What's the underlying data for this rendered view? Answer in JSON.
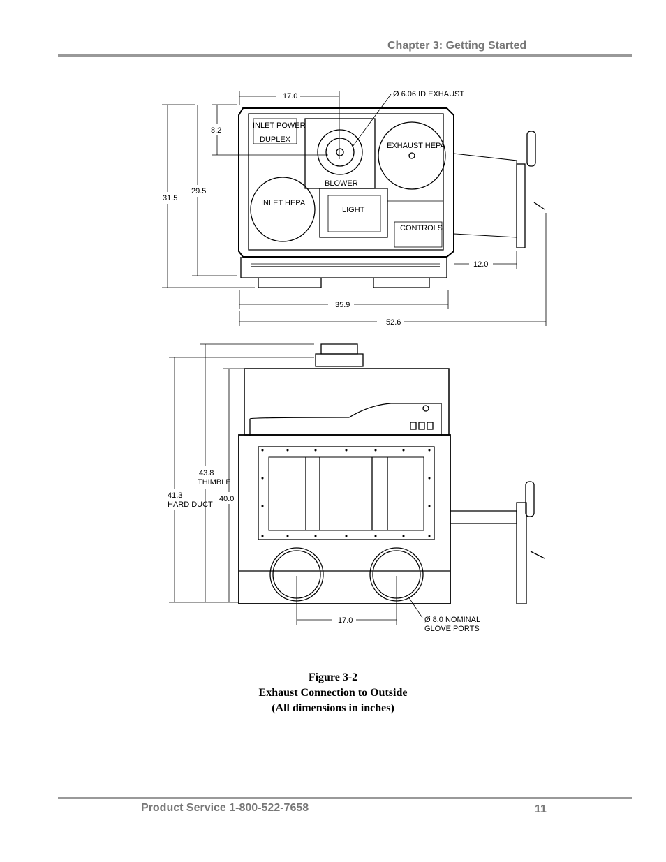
{
  "header": {
    "chapter": "Chapter 3: Getting Started"
  },
  "top_view": {
    "dim_width_top": "17.0",
    "dim_exhaust": "Ø  6.06  ID EXHAUST",
    "dim_82": "8.2",
    "dim_295": "29.5",
    "dim_315": "31.5",
    "dim_120": "12.0",
    "dim_359": "35.9",
    "dim_526": "52.6",
    "label_inlet_power": "INLET POWER",
    "label_duplex": "DUPLEX",
    "label_exhaust_hepa": "EXHAUST HEPA",
    "label_blower": "BLOWER",
    "label_inlet_hepa": "INLET HEPA",
    "label_light": "LIGHT",
    "label_controls": "CONTROLS"
  },
  "front_view": {
    "dim_438": "43.8",
    "dim_thimble": "THIMBLE",
    "dim_413": "41.3",
    "dim_hard_duct": "HARD DUCT",
    "dim_400": "40.0",
    "dim_170": "17.0",
    "dim_glove": "Ø  8.0  NOMINAL",
    "dim_glove_ports": "GLOVE PORTS"
  },
  "figure": {
    "number": "Figure 3-2",
    "title": "Exhaust Connection to Outside",
    "note": "(All dimensions in inches)"
  },
  "footer": {
    "service": "Product Service 1-800-522-7658",
    "page": "11"
  }
}
